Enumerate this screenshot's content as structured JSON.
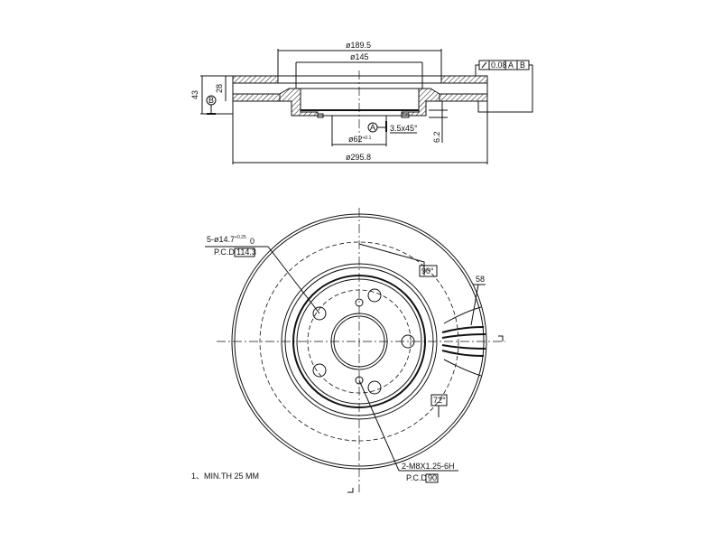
{
  "section_view": {
    "dim_outer_hat": "ø189.5",
    "dim_inner_hat": "ø145",
    "dim_thickness": "28",
    "dim_height": "43",
    "datum_b": "B",
    "tolerance_value": "0.08",
    "tolerance_datum_a": "A",
    "tolerance_datum_b": "B",
    "datum_a": "A",
    "chamfer": "3.5x45°",
    "dim_center_bore": "ø62",
    "dim_center_bore_tol": "+0.1",
    "dim_hat_depth": "6.2",
    "dim_disc_diameter": "ø295.8"
  },
  "front_view": {
    "bolt_holes": "5-ø14.7",
    "bolt_tol_upper": "+0.25",
    "bolt_tol_lower": "0",
    "bolt_pcd_label": "P.C.D",
    "bolt_pcd_value": "114.3",
    "angle_90": "90°",
    "vent_count": "58",
    "angle_72": "72°",
    "thread_holes": "2-M8X1.25-6H",
    "thread_pcd_label": "P.C.D",
    "thread_pcd_value": "90"
  },
  "notes": {
    "note_1": "1、MIN.TH 25 MM"
  }
}
